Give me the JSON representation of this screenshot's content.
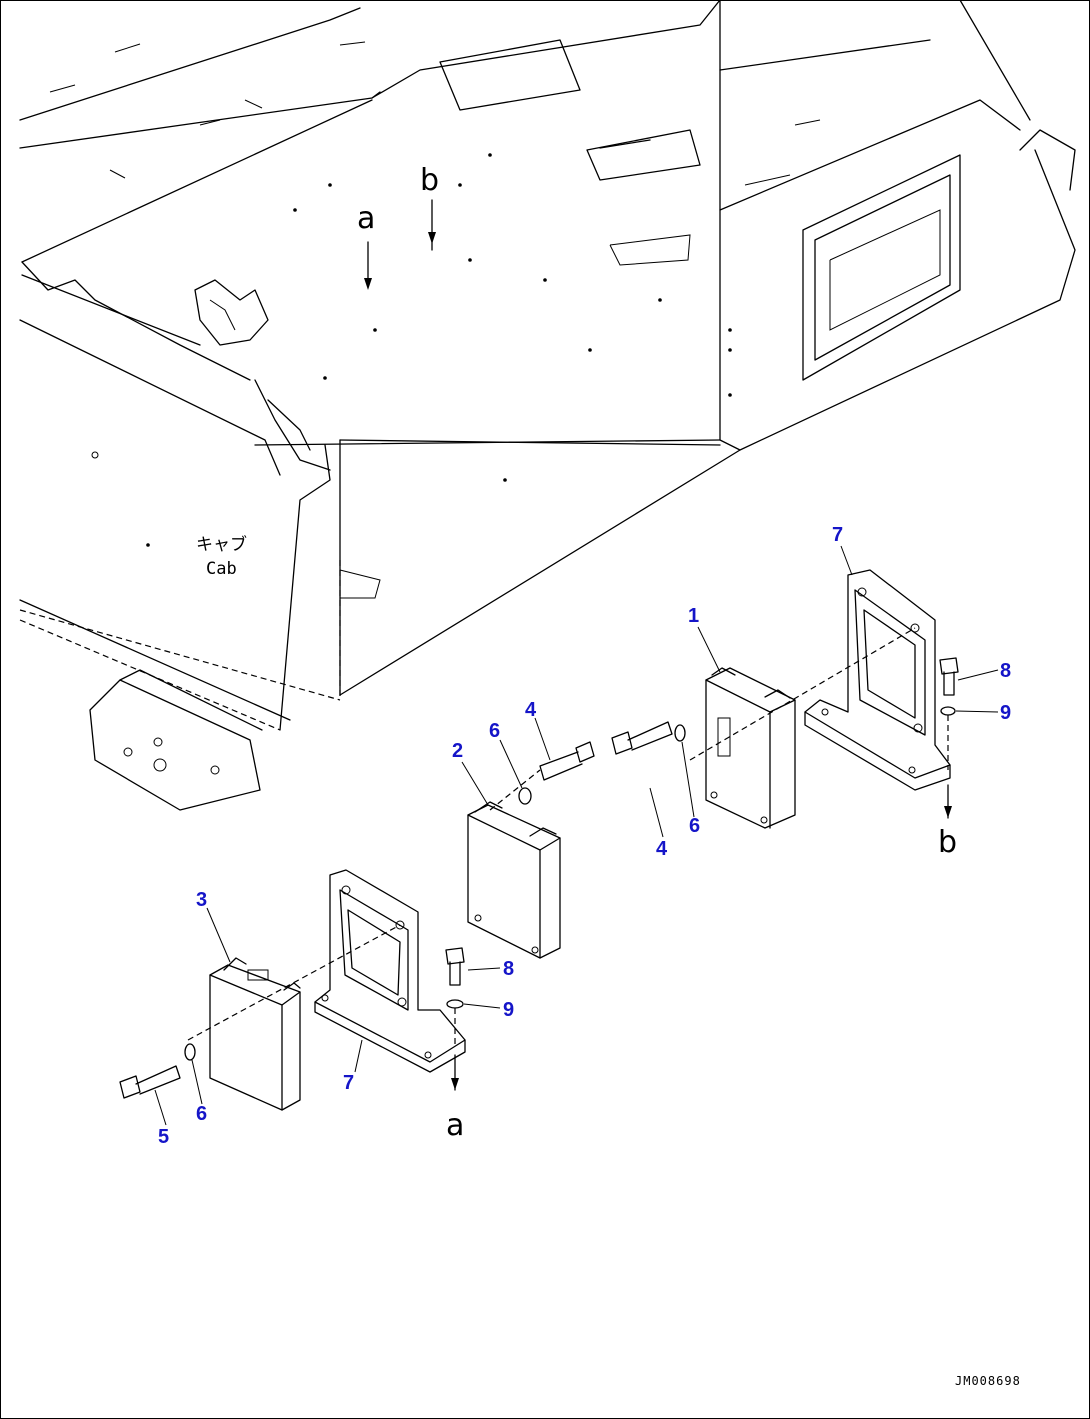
{
  "drawing": {
    "number": "JM008698",
    "cab_label_jp": "キャブ",
    "cab_label_en": "Cab"
  },
  "callouts": {
    "p1": "1",
    "p2": "2",
    "p3": "3",
    "p4a": "4",
    "p4b": "4",
    "p5": "5",
    "p6a": "6",
    "p6b": "6",
    "p6c": "6",
    "p7a": "7",
    "p7b": "7",
    "p8a": "8",
    "p8b": "8",
    "p9a": "9",
    "p9b": "9"
  },
  "reference_letters": {
    "a_top": "a",
    "b_top": "b",
    "a_bottom": "a",
    "b_bottom": "b"
  }
}
